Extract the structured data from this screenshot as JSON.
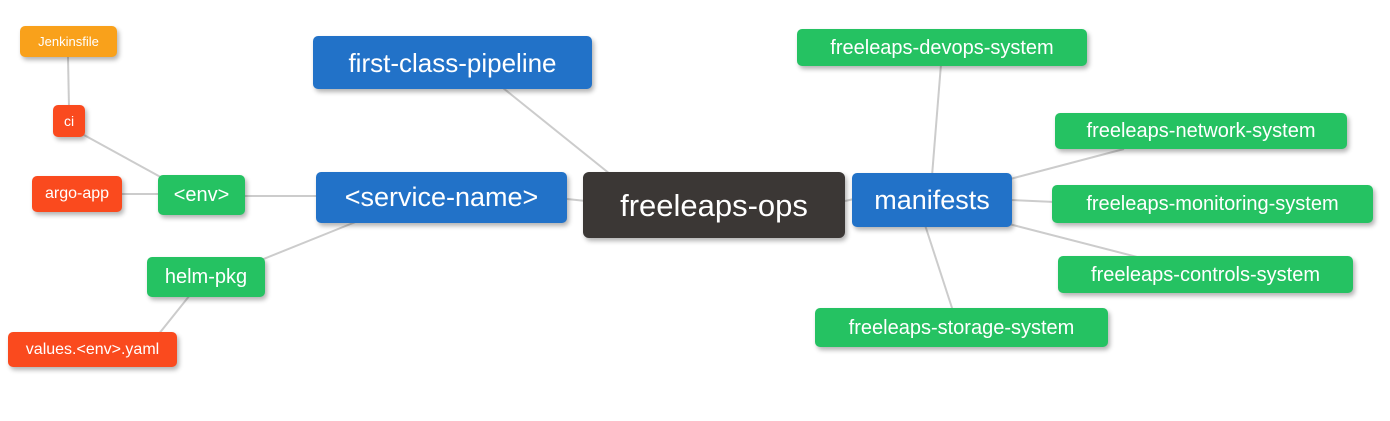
{
  "diagram": {
    "type": "mindmap",
    "root_label": "freeleaps-ops",
    "colors": {
      "root": "#3B3735",
      "branch": "#2272C8",
      "leaf_green": "#25C262",
      "leaf_red": "#FA4A1E",
      "leaf_orange": "#F9A11B",
      "edge": "#CCCCCC",
      "text": "#FFFFFF",
      "background": "#FFFFFF"
    },
    "nodes": {
      "jenkinsfile": {
        "label": "Jenkinsfile"
      },
      "ci": {
        "label": "ci"
      },
      "argo_app": {
        "label": "argo-app"
      },
      "env": {
        "label": "<env>"
      },
      "helm_pkg": {
        "label": "helm-pkg"
      },
      "values_env_yaml": {
        "label": "values.<env>.yaml"
      },
      "first_class_pipeline": {
        "label": "first-class-pipeline"
      },
      "service_name": {
        "label": "<service-name>"
      },
      "freeleaps_ops": {
        "label": "freeleaps-ops"
      },
      "manifests": {
        "label": "manifests"
      },
      "devops_system": {
        "label": "freeleaps-devops-system"
      },
      "network_system": {
        "label": "freeleaps-network-system"
      },
      "monitoring_system": {
        "label": "freeleaps-monitoring-system"
      },
      "controls_system": {
        "label": "freeleaps-controls-system"
      },
      "storage_system": {
        "label": "freeleaps-storage-system"
      }
    },
    "edges": [
      {
        "from": "jenkinsfile",
        "to": "ci"
      },
      {
        "from": "ci",
        "to": "env"
      },
      {
        "from": "argo_app",
        "to": "env"
      },
      {
        "from": "env",
        "to": "service_name"
      },
      {
        "from": "service_name",
        "to": "helm_pkg"
      },
      {
        "from": "helm_pkg",
        "to": "values_env_yaml"
      },
      {
        "from": "first_class_pipeline",
        "to": "freeleaps_ops"
      },
      {
        "from": "service_name",
        "to": "freeleaps_ops"
      },
      {
        "from": "freeleaps_ops",
        "to": "manifests"
      },
      {
        "from": "manifests",
        "to": "devops_system"
      },
      {
        "from": "manifests",
        "to": "network_system"
      },
      {
        "from": "manifests",
        "to": "monitoring_system"
      },
      {
        "from": "manifests",
        "to": "controls_system"
      },
      {
        "from": "manifests",
        "to": "storage_system"
      }
    ]
  }
}
